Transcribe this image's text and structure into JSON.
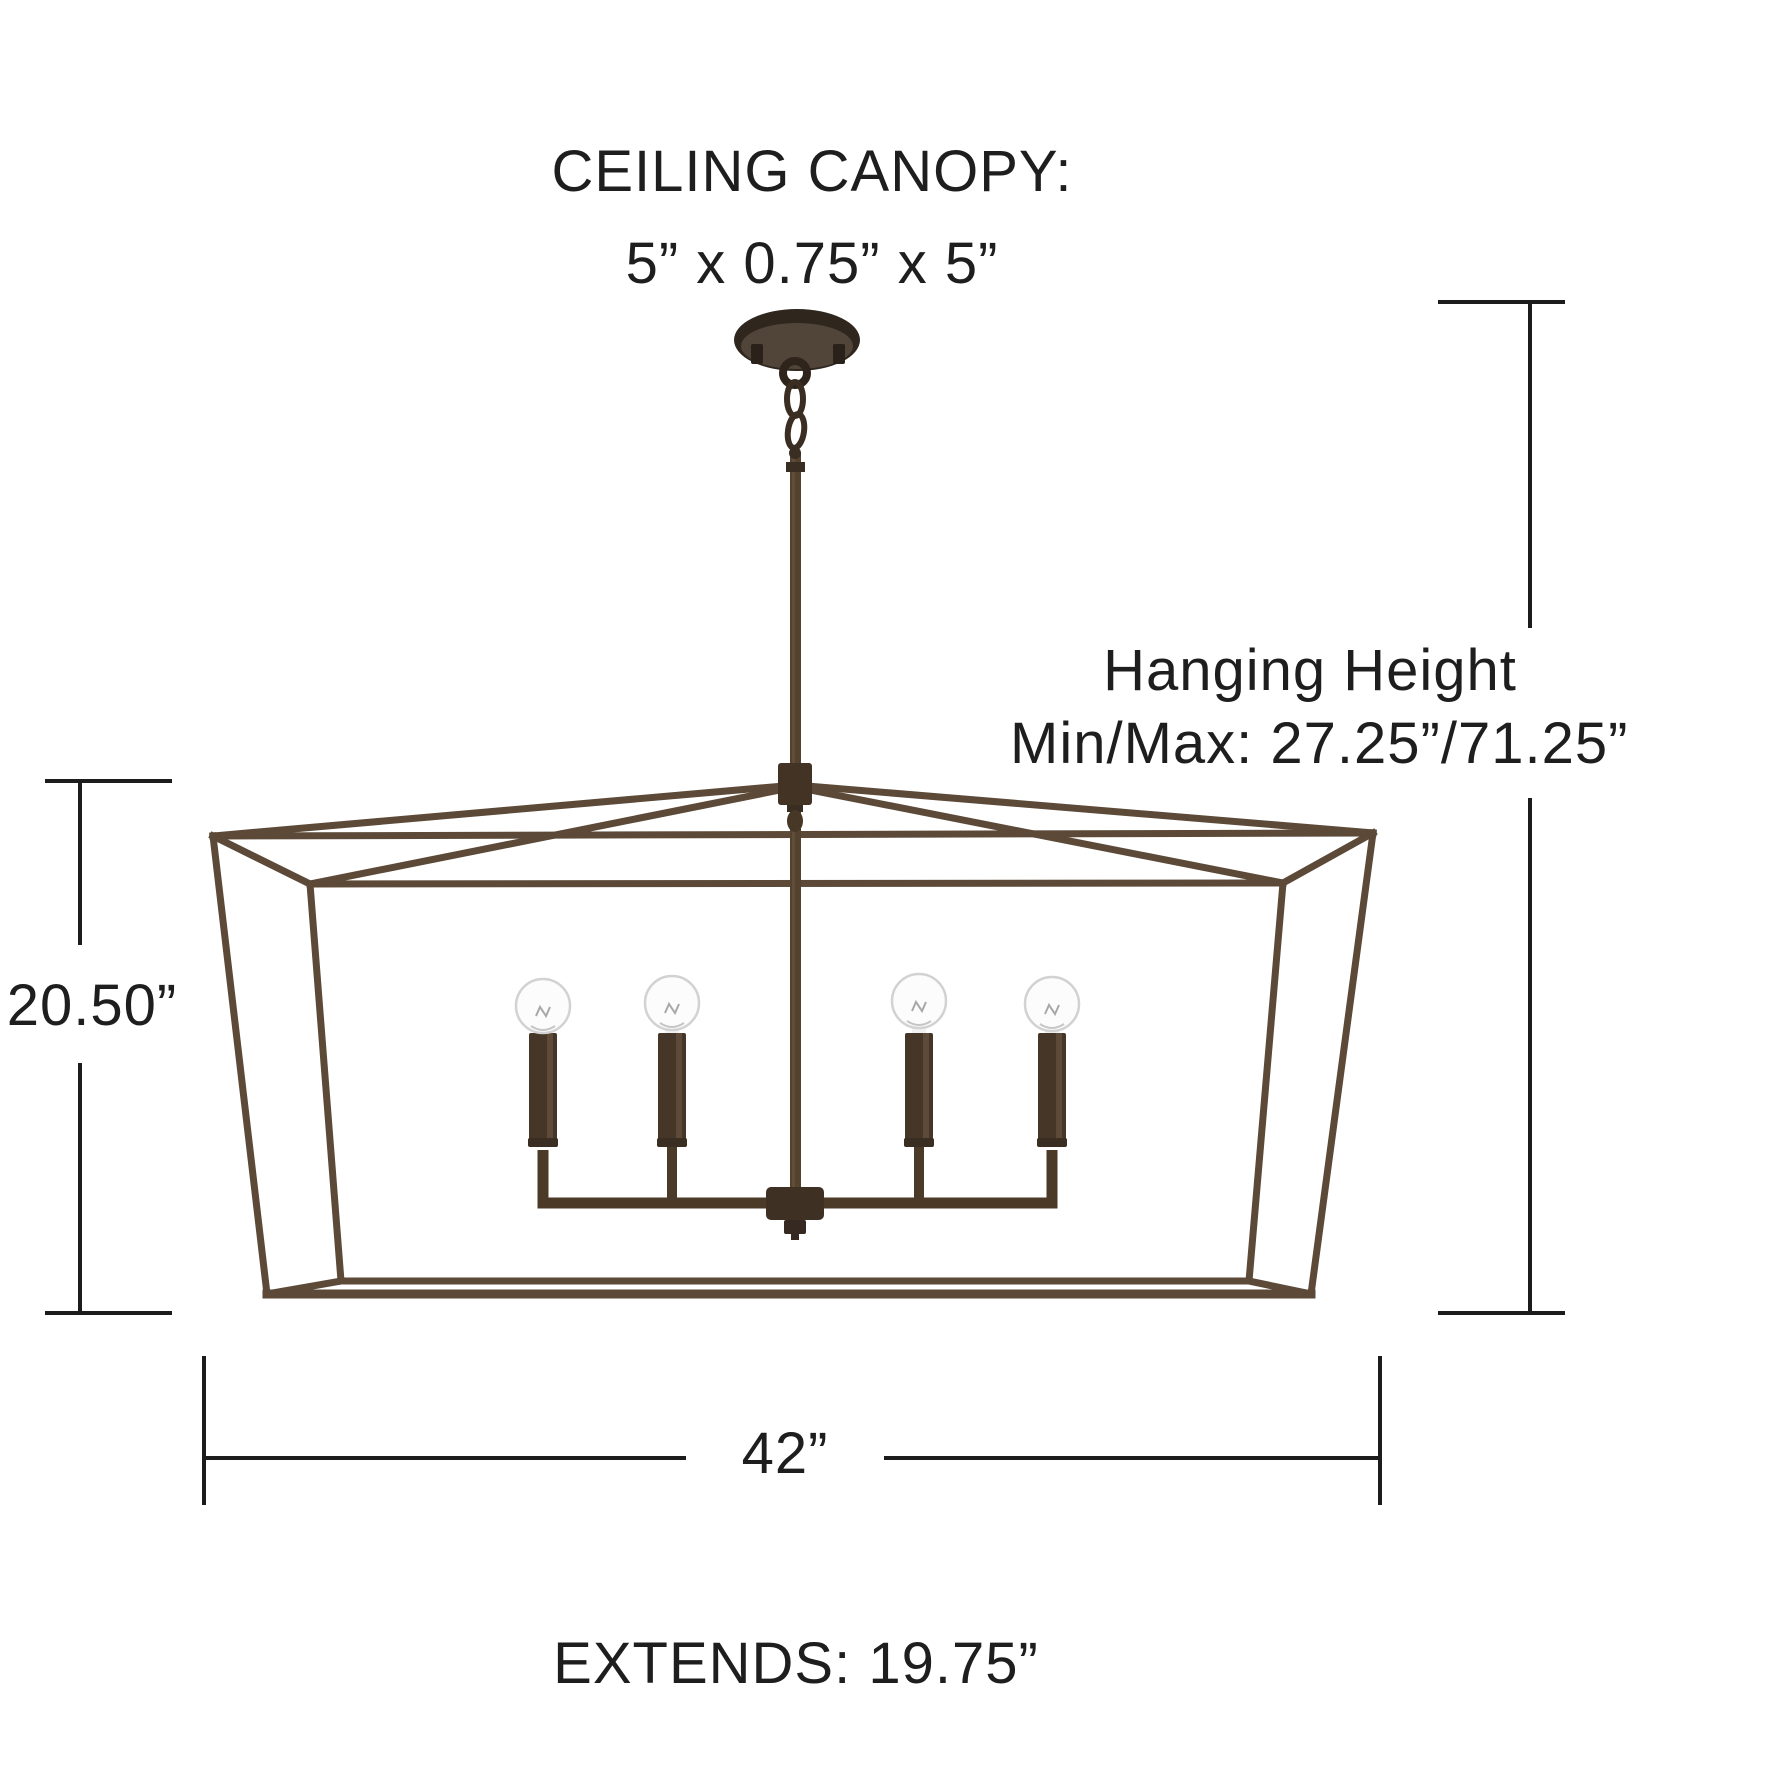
{
  "labels": {
    "canopy_line1": "CEILING CANOPY:",
    "canopy_line2": "5” x 0.75” x 5”",
    "hanging_line1": "Hanging Height",
    "hanging_line2": "Min/Max: 27.25”/71.25”",
    "cage_height": "20.50”",
    "width": "42”",
    "extends": "EXTENDS: 19.75”"
  },
  "measurements": {
    "canopy": "5” x 0.75” x 5”",
    "hanging_height_min": "27.25”",
    "hanging_height_max": "71.25”",
    "cage_height": "20.50”",
    "width": "42”",
    "extends": "19.75”"
  },
  "fixture": {
    "bulbs_visible": 4
  },
  "colors": {
    "background": "#ffffff",
    "text": "#1e1e1e",
    "dimension_line": "#1c1c1c",
    "bronze": "#54422f",
    "bronze_dark": "#342a1f",
    "bronze_frame": "#5c4937",
    "bulb_glass": "#fcfcfc",
    "bulb_outline": "#d2d2d2"
  }
}
